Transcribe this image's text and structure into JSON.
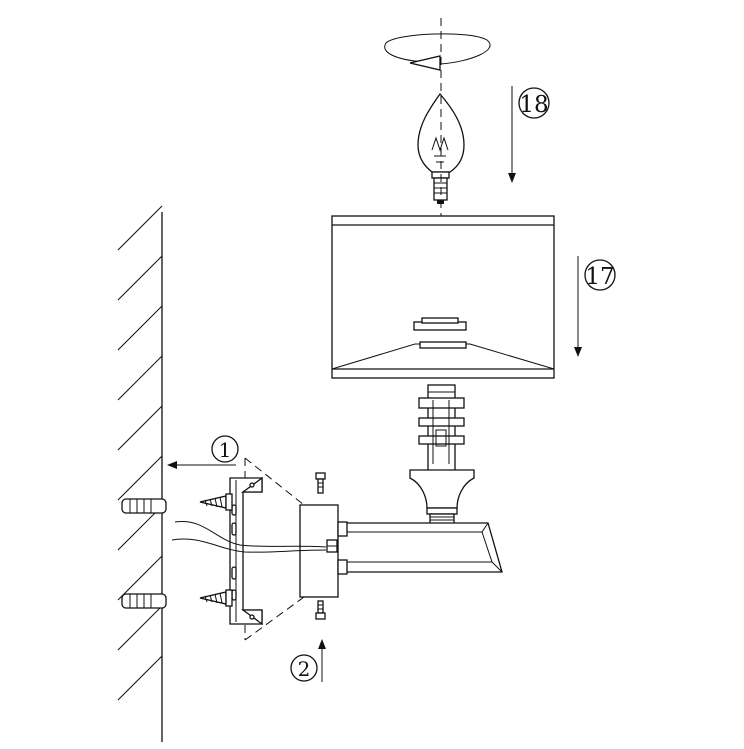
{
  "callouts": {
    "step_1": "1",
    "step_2": "2",
    "part_18": "18",
    "part_17": "17"
  },
  "colors": {
    "line": "#111111",
    "background": "#ffffff"
  }
}
